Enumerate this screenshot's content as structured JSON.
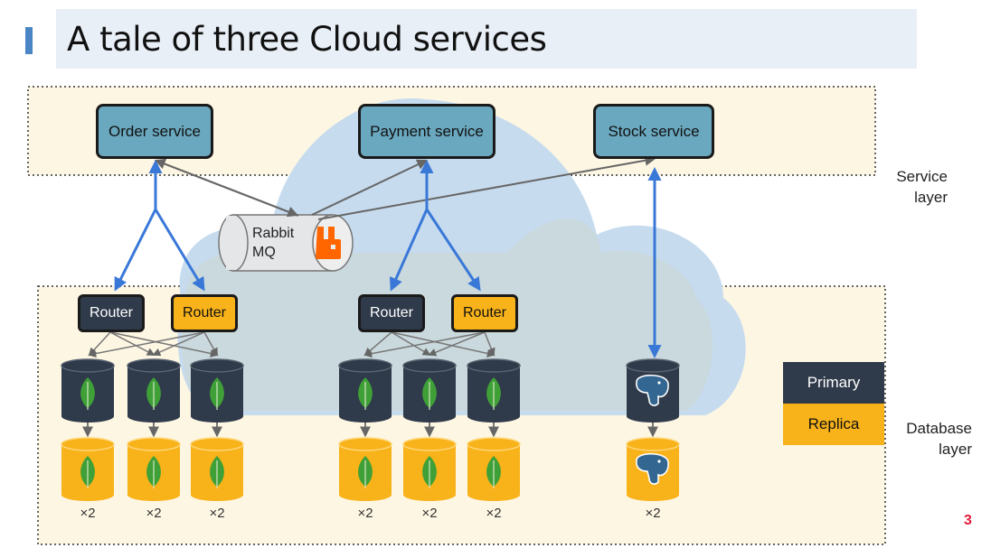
{
  "title": "A tale of three Cloud services",
  "services": {
    "order": "Order service",
    "payment": "Payment service",
    "stock": "Stock service"
  },
  "broker": {
    "line1": "Rabbit",
    "line2": "MQ"
  },
  "routers": {
    "primary_label": "Router",
    "replica_label": "Router"
  },
  "layers": {
    "service": [
      "Service",
      "layer"
    ],
    "database": [
      "Database",
      "layer"
    ]
  },
  "legend": {
    "primary": "Primary",
    "replica": "Replica"
  },
  "multiplier": "×2",
  "page_number": "3",
  "colors": {
    "service_fill": "#6aa8bf",
    "primary": "#2f3a4a",
    "replica": "#f8b21a",
    "layer_band": "#fdf6e3",
    "cloud_blue": "#c6dbee",
    "cloud_green": "#cdd7cf",
    "arrow_blue": "#3a78d8",
    "mq_logo": "#ff6600",
    "mongo_leaf": "#3fa037",
    "page_number": "#e01b3c"
  }
}
